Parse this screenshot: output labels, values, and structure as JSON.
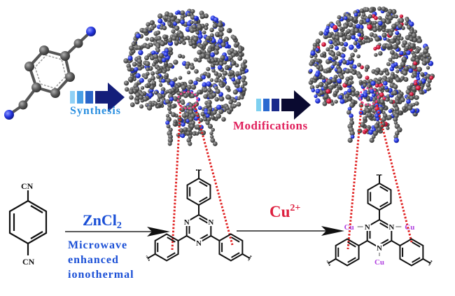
{
  "figure": {
    "type": "reaction-scheme",
    "top_row": {
      "monomer_model": {
        "description": "ball-and-stick terephthalonitrile",
        "atom_colors": {
          "carbon": "#555555",
          "nitrogen": "#2233dd"
        }
      },
      "synthesis_arrow": {
        "label": "Synthesis",
        "label_color": "#2a8fe0",
        "segment_colors": [
          "#8fd0f5",
          "#4a9fe6",
          "#2a64c8",
          "#141e7a"
        ]
      },
      "framework_model": {
        "description": "ball-and-stick covalent triazine framework",
        "atom_colors": {
          "carbon": "#555555",
          "nitrogen": "#2233dd"
        }
      },
      "modifications_arrow": {
        "label": "Modifications",
        "label_color": "#e0205c",
        "segment_colors": [
          "#7ed0f0",
          "#2a6ad0",
          "#1a2a8a",
          "#0a0a30"
        ]
      },
      "modified_framework_model": {
        "description": "ball-and-stick Cu-modified framework",
        "atom_colors": {
          "carbon": "#555555",
          "nitrogen": "#2233dd",
          "copper": "#cc1133"
        }
      }
    },
    "bottom_row": {
      "monomer": {
        "substituent_top": "CN",
        "substituent_bottom": "CN"
      },
      "step1": {
        "reagent": "ZnCl",
        "reagent_subscript": "2",
        "conditions": [
          "Microwave",
          "enhanced",
          "ionothermal"
        ],
        "color": "#1a4fd6"
      },
      "triazine_product": {
        "ring_atoms": [
          "N",
          "N",
          "N"
        ]
      },
      "step2": {
        "reagent": "Cu",
        "reagent_superscript": "2+",
        "color": "#dd1f3e"
      },
      "cu_product": {
        "ring_atoms": [
          "N",
          "N",
          "N"
        ],
        "metal_labels": [
          "Cu",
          "Cu",
          "Cu"
        ],
        "metal_color": "#b040e0"
      }
    },
    "zoom_lines_color": "#e02020"
  }
}
